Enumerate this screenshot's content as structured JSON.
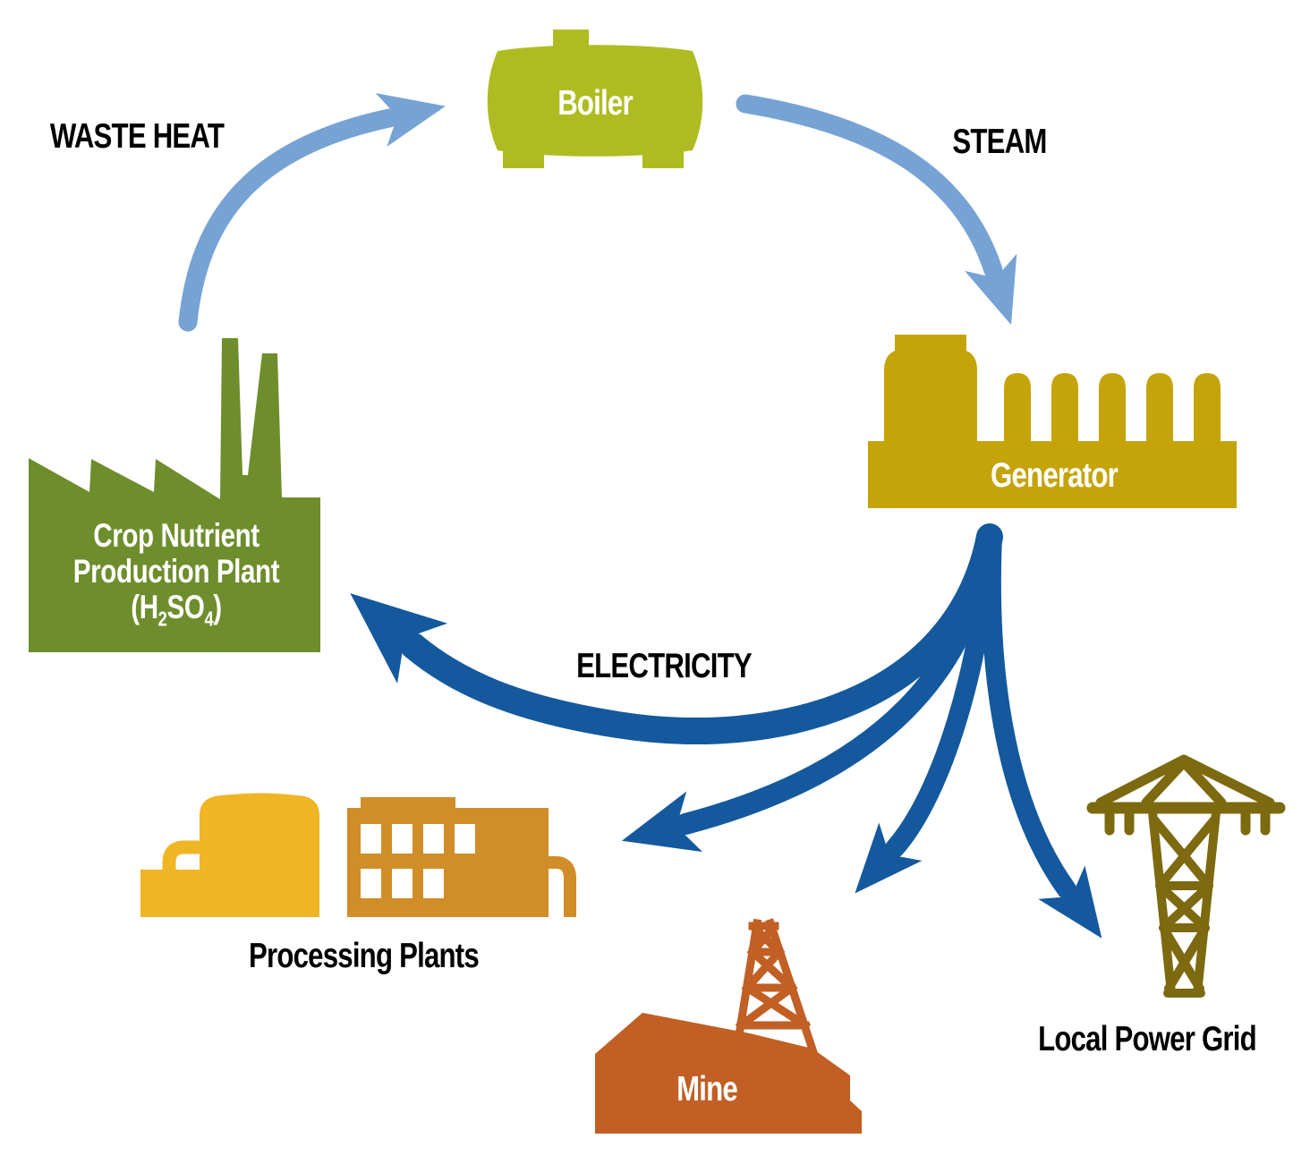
{
  "colors": {
    "arrow_light": "#76a3d4",
    "arrow_dark": "#14599d",
    "boiler": "#afbc21",
    "crop_plant": "#6e8d2c",
    "generator": "#c5a40a",
    "silo": "#efb524",
    "building": "#d08d28",
    "mine": "#c15f24",
    "power_grid": "#7d690f",
    "label_black": "#000000",
    "label_white": "#ffffff"
  },
  "nodes": {
    "boiler": {
      "label": "Boiler"
    },
    "generator": {
      "label": "Generator"
    },
    "crop_plant": {
      "line1": "Crop Nutrient",
      "line2": "Production Plant",
      "formula": {
        "open": "(H",
        "sub_h": "2",
        "mid": "SO",
        "sub_o": "4",
        "close": ")"
      }
    },
    "processing_plants": {
      "label": "Processing Plants"
    },
    "mine": {
      "label": "Mine"
    },
    "local_power_grid": {
      "label": "Local Power Grid"
    }
  },
  "flows": {
    "waste_heat": {
      "label": "WASTE HEAT",
      "from": "Crop Nutrient Production Plant",
      "to": "Boiler"
    },
    "steam": {
      "label": "STEAM",
      "from": "Boiler",
      "to": "Generator"
    },
    "electricity": {
      "label": "ELECTRICITY",
      "from": "Generator",
      "to": [
        "Crop Nutrient Production Plant",
        "Processing Plants",
        "Mine",
        "Local Power Grid"
      ]
    }
  }
}
